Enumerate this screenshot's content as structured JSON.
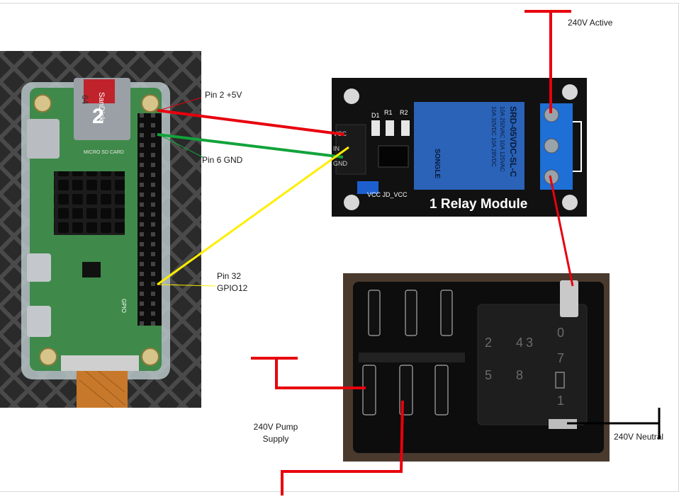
{
  "labels": {
    "pin2": "Pin 2 +5V",
    "pin6": "Pin 6 GND",
    "pin32_line1": "Pin 32",
    "pin32_line2": "GPIO12",
    "active": "240V Active",
    "pump_line1": "240V Pump",
    "pump_line2": "Supply",
    "neutral": "240V Neutral"
  },
  "relay": {
    "title": "1 Relay Module",
    "model": "SRD-05VDC-SL-C",
    "rating1": "10A 250VAC 10A 125VAC",
    "rating2": "10A 30VDC 10A 28VDC",
    "brand": "SONGLE",
    "jumper": "VCC JD_VCC",
    "pin_vcc": "VCC",
    "pin_in": "IN",
    "pin_gnd": "GND",
    "d1": "D1",
    "r1": "R1",
    "r2": "R2"
  },
  "pi": {
    "sd_brand": "SanDisk",
    "sd_capacity": "64",
    "card_label": "MICRO SD CARD",
    "card_number": "2",
    "gpio_label": "GPIO"
  },
  "switch": {
    "numbers_left": [
      "2",
      "5"
    ],
    "numbers_mid": [
      "4",
      "8"
    ],
    "numbers_right": [
      "0",
      "7",
      "1"
    ],
    "marks": [
      "3"
    ]
  },
  "colors": {
    "wire_5v": "#e8000d",
    "wire_gnd": "#12a33a",
    "wire_gpio": "#ffee00",
    "wire_active": "#e8000d",
    "wire_neutral": "#000000",
    "relay_pcb": "#1a1a1a",
    "relay_blue": "#2a63b8",
    "terminal_blue": "#1e6fd6",
    "pi_green": "#3f8a4a"
  }
}
